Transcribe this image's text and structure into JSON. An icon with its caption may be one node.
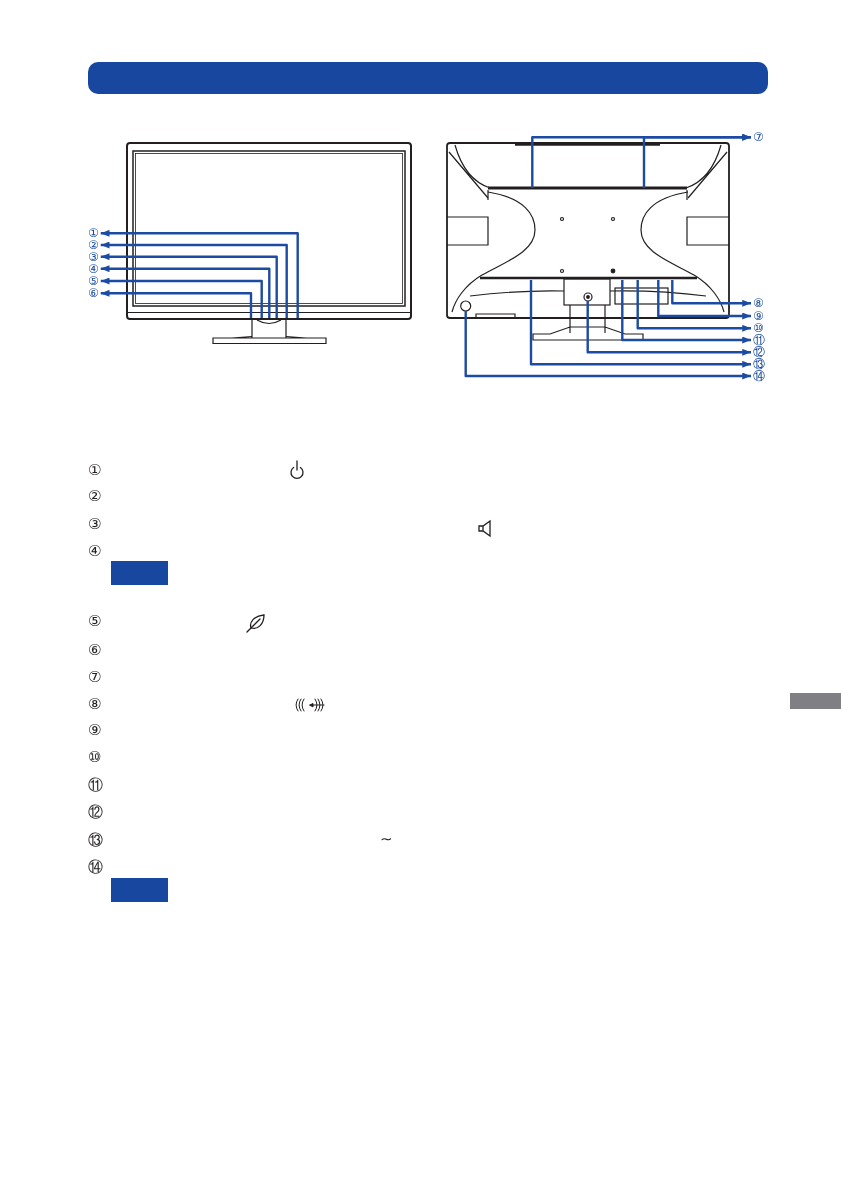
{
  "diagram": {
    "nodes": [
      {
        "text": [
          "①"
        ]
      },
      {
        "text": [
          "②"
        ]
      },
      {
        "text": [
          "③"
        ]
      },
      {
        "text": [
          "④"
        ]
      },
      {
        "text": [
          "⑤"
        ]
      },
      {
        "text": [
          "⑥"
        ]
      },
      {
        "text": [
          "⑦"
        ]
      },
      {
        "text": [
          "⑧"
        ]
      },
      {
        "text": [
          "⑨"
        ]
      },
      {
        "text": [
          "⑩"
        ]
      },
      {
        "text": [
          "⑪"
        ]
      },
      {
        "text": [
          "⑫"
        ]
      },
      {
        "text": [
          "⑬"
        ]
      },
      {
        "text": [
          "⑭"
        ]
      }
    ],
    "edges": [
      {
        "from": null,
        "to": 0,
        "arrow": "to"
      },
      {
        "from": null,
        "to": 1,
        "arrow": "to"
      },
      {
        "from": null,
        "to": 2,
        "arrow": "to"
      },
      {
        "from": null,
        "to": 3,
        "arrow": "to"
      },
      {
        "from": null,
        "to": 4,
        "arrow": "to"
      },
      {
        "from": null,
        "to": 5,
        "arrow": "to"
      },
      {
        "from": null,
        "to": 6,
        "arrow": "to"
      },
      {
        "from": null,
        "to": 6,
        "arrow": "to"
      },
      {
        "from": null,
        "to": 7,
        "arrow": "to"
      },
      {
        "from": null,
        "to": 8,
        "arrow": "to"
      },
      {
        "from": null,
        "to": 9,
        "arrow": "to"
      },
      {
        "from": null,
        "to": 10,
        "arrow": "to"
      },
      {
        "from": null,
        "to": 11,
        "arrow": "to"
      },
      {
        "from": null,
        "to": 12,
        "arrow": "to"
      },
      {
        "from": null,
        "to": 13,
        "arrow": "to"
      }
    ],
    "labels": [
      "①",
      "②",
      "③",
      "④",
      "⑤",
      "⑥",
      "⑦",
      "⑧",
      "⑨",
      "⑩",
      "⑪",
      "⑫",
      "⑬",
      "∼",
      "⑭"
    ]
  }
}
